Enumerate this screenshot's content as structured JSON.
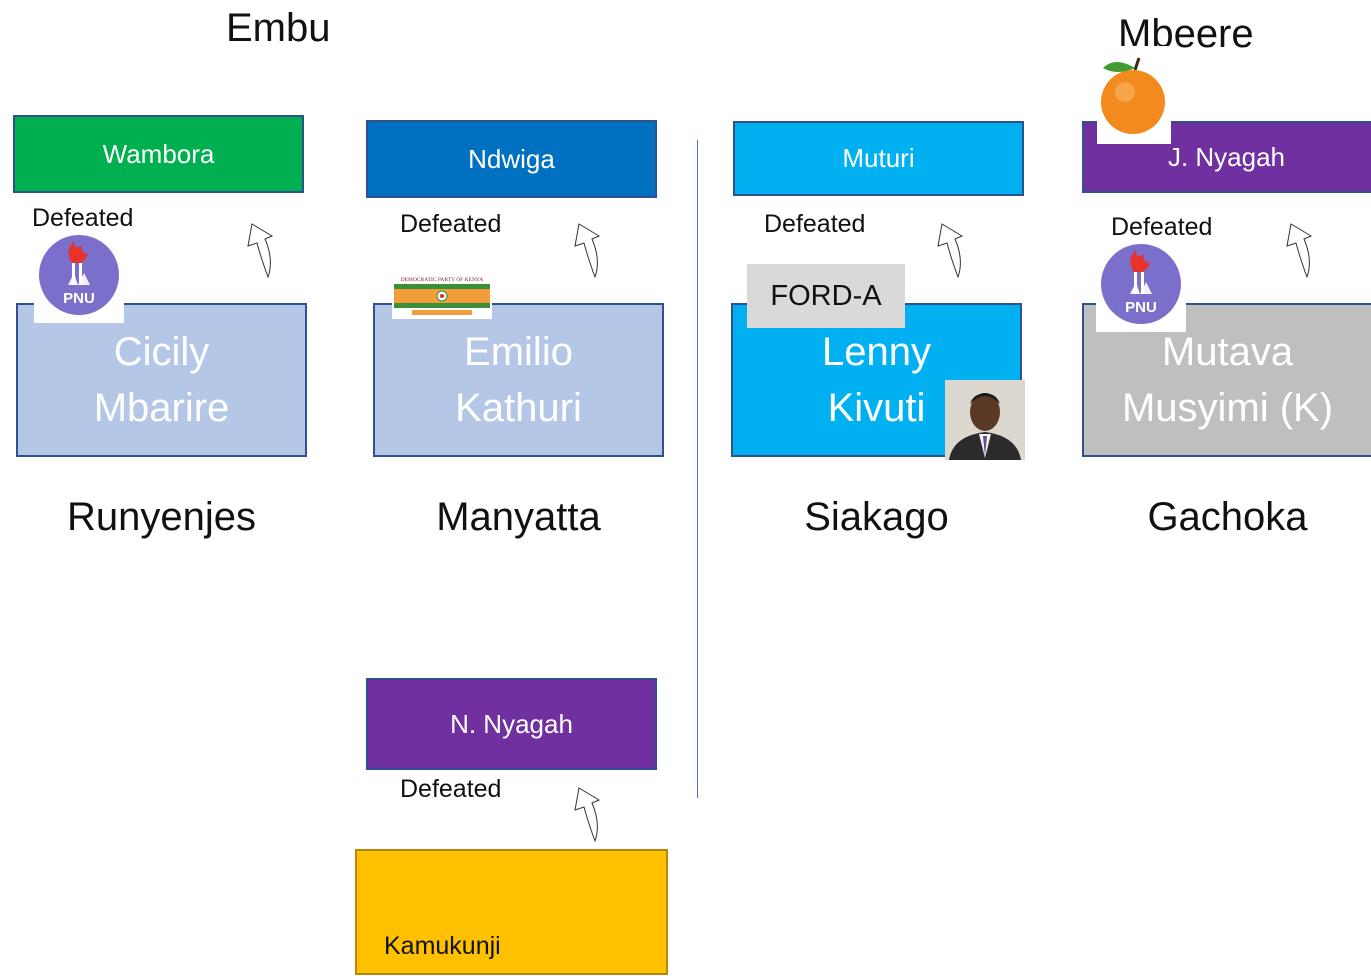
{
  "regions": {
    "embu": "Embu",
    "mbeere": "Mbeere"
  },
  "defeated_label": "Defeated",
  "party_label": "FORD-A",
  "party_logo_text": {
    "pnu": "PNU",
    "dp": "DEMOCRATIC PARTY OF KENYA"
  },
  "constituencies": [
    {
      "name": "Runyenjes",
      "winner": [
        "Cicily",
        "Mbarire"
      ],
      "defeated": "Wambora",
      "winner_color": "#b4c7e7",
      "defeated_color": "#00b050"
    },
    {
      "name": "Manyatta",
      "winner": [
        "Emilio",
        "Kathuri"
      ],
      "defeated": "Ndwiga",
      "winner_color": "#b4c7e7",
      "defeated_color": "#0070c0"
    },
    {
      "name": "Siakago",
      "winner": [
        "Lenny",
        "Kivuti"
      ],
      "defeated": "Muturi",
      "winner_color": "#00b0f0",
      "defeated_color": "#00b0f0"
    },
    {
      "name": "Gachoka",
      "winner": [
        "Mutava",
        "Musyimi (K)"
      ],
      "defeated": "J. Nyagah",
      "winner_color": "#bfbfbf",
      "defeated_color": "#7030a0"
    }
  ],
  "kamukunji": {
    "winner": "Kamukunji",
    "defeated": "N. Nyagah",
    "winner_color": "#ffc000",
    "defeated_color": "#7030a0"
  }
}
